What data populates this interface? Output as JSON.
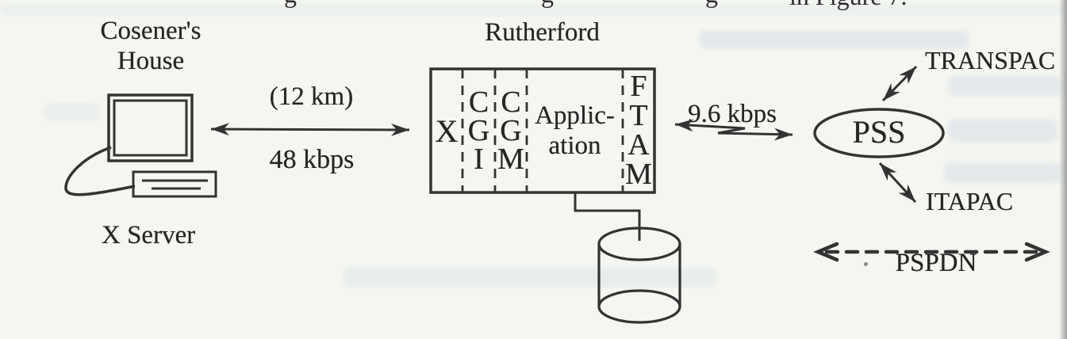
{
  "figure": {
    "cropped_top_fragments": [
      "g",
      "g",
      "g",
      "in Figure 7."
    ],
    "left_site": {
      "name_line1": "Cosener's",
      "name_line2": "House",
      "device_label": "X Server"
    },
    "link_left": {
      "distance": "(12 km)",
      "speed": "48 kbps"
    },
    "gateway": {
      "site_name": "Rutherford",
      "stack": {
        "x": "X",
        "cgi": [
          "C",
          "G",
          "I"
        ],
        "cgm": [
          "C",
          "G",
          "M"
        ],
        "application": [
          "Applic-",
          "ation"
        ],
        "ftam": [
          "F",
          "T",
          "A",
          "M"
        ]
      }
    },
    "link_right": {
      "speed": "9.6 kbps"
    },
    "pss": {
      "label": "PSS"
    },
    "networks": {
      "transpac": "TRANSPAC",
      "itapac": "ITAPAC",
      "pspdn": "PSPDN"
    },
    "colors": {
      "ink": "#333333",
      "paper": "#f5f6f1"
    }
  }
}
